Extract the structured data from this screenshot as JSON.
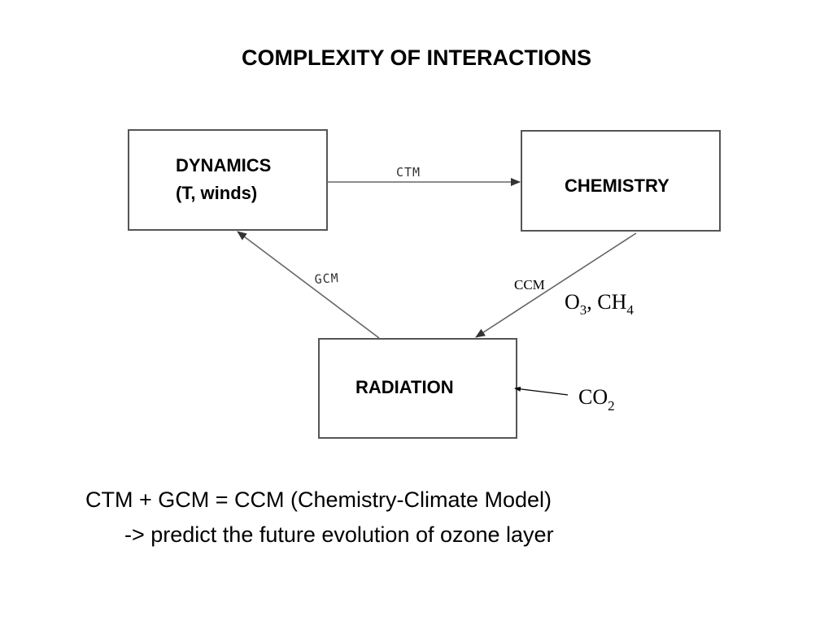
{
  "title": "COMPLEXITY OF INTERACTIONS",
  "boxes": {
    "dynamics": {
      "line1": "DYNAMICS",
      "line2": "(T, winds)"
    },
    "chemistry": {
      "label": "CHEMISTRY"
    },
    "radiation": {
      "label": "RADIATION"
    }
  },
  "edges": {
    "ctm": "CTM",
    "gcm": "GCM",
    "ccm": "CCM"
  },
  "species": {
    "o3_base": "O",
    "o3_sub": "3",
    "ch4_base": ", CH",
    "ch4_sub": "4",
    "co2_base": "CO",
    "co2_sub": "2"
  },
  "caption": {
    "line1": "CTM + GCM = CCM (Chemistry-Climate Model)",
    "line2": "-> predict the future evolution of ozone layer"
  }
}
